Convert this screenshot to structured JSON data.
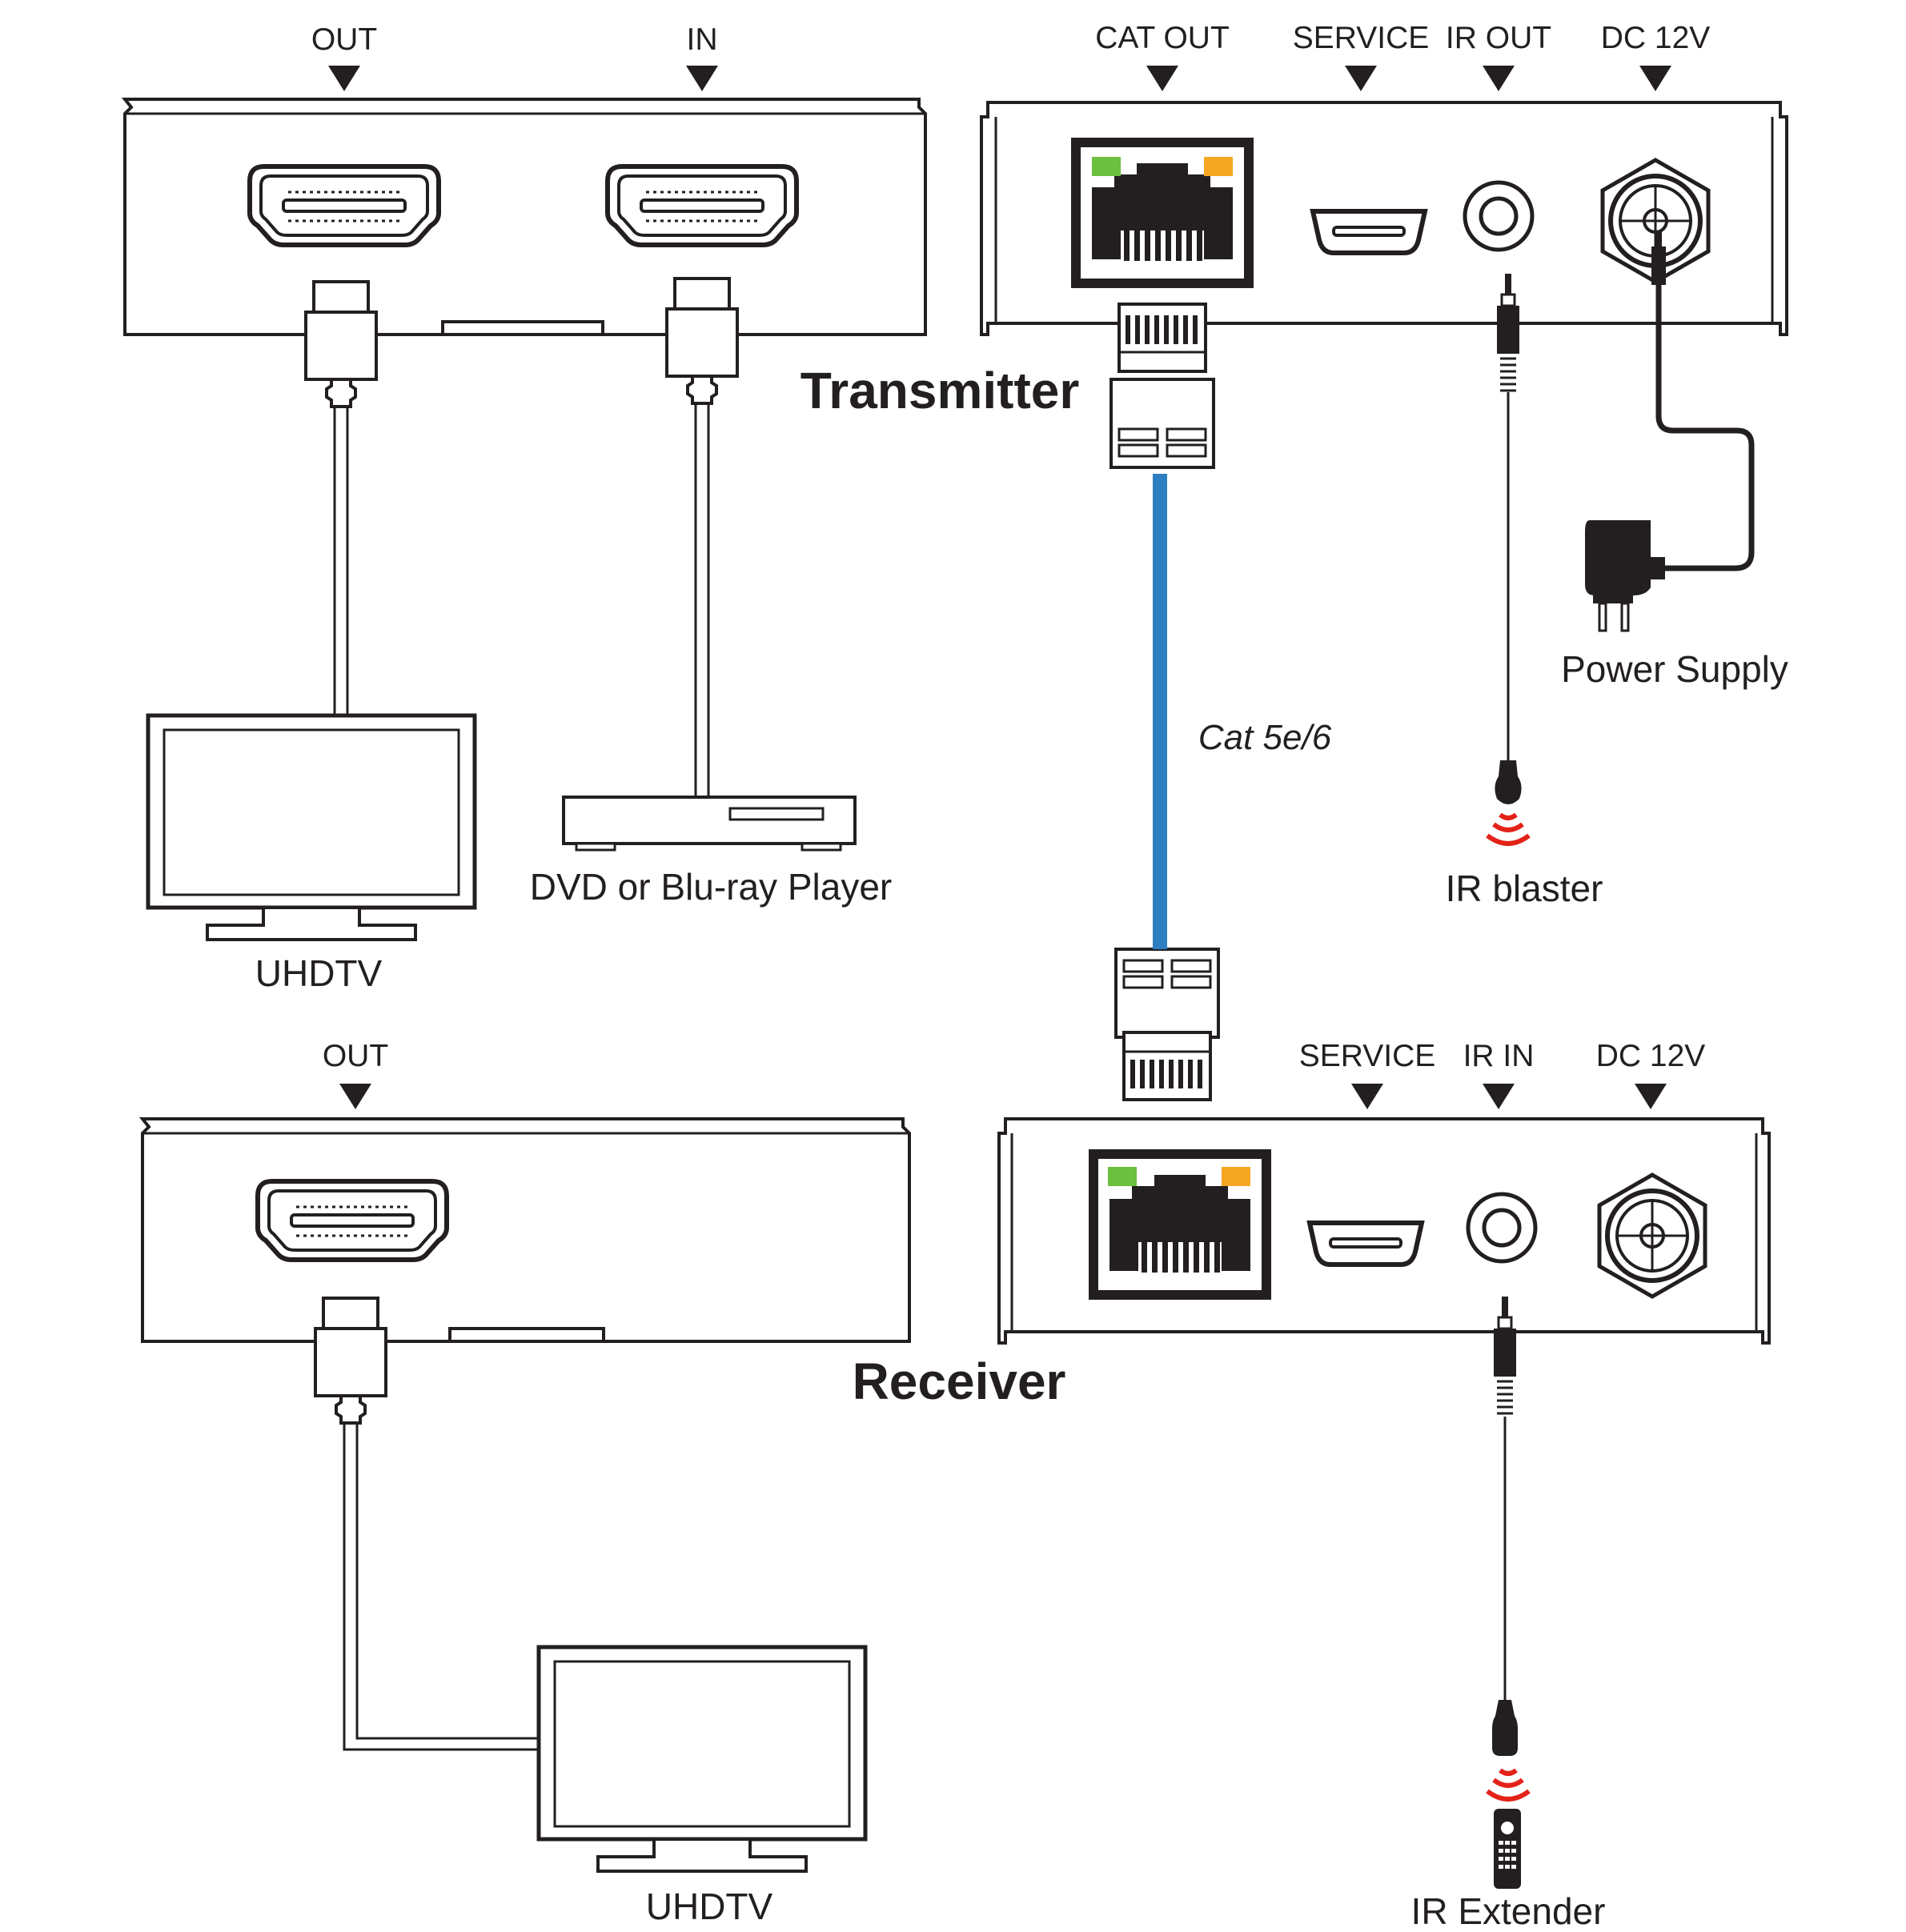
{
  "units": {
    "transmitter": "Transmitter",
    "receiver": "Receiver"
  },
  "transmitter_front": {
    "port_out": "OUT",
    "port_in": "IN"
  },
  "transmitter_back": {
    "port_cat_out": "CAT OUT",
    "port_service": "SERVICE",
    "port_ir_out": "IR OUT",
    "port_dc": "DC 12V"
  },
  "receiver_front": {
    "port_out": "OUT"
  },
  "receiver_back": {
    "port_service": "SERVICE",
    "port_ir_in": "IR IN",
    "port_dc": "DC 12V"
  },
  "devices": {
    "tv_top": "UHDTV",
    "player": "DVD or Blu-ray Player",
    "power_supply": "Power Supply",
    "ir_blaster": "IR blaster",
    "tv_bottom": "UHDTV",
    "ir_extender": "IR Extender"
  },
  "cables": {
    "cat": "Cat 5e/6"
  },
  "colors": {
    "cat_cable": "#2e7fc2",
    "led_green": "#6cbf3f",
    "led_amber": "#f5a623",
    "ir_signal": "#e32219",
    "outline": "#231f20"
  }
}
